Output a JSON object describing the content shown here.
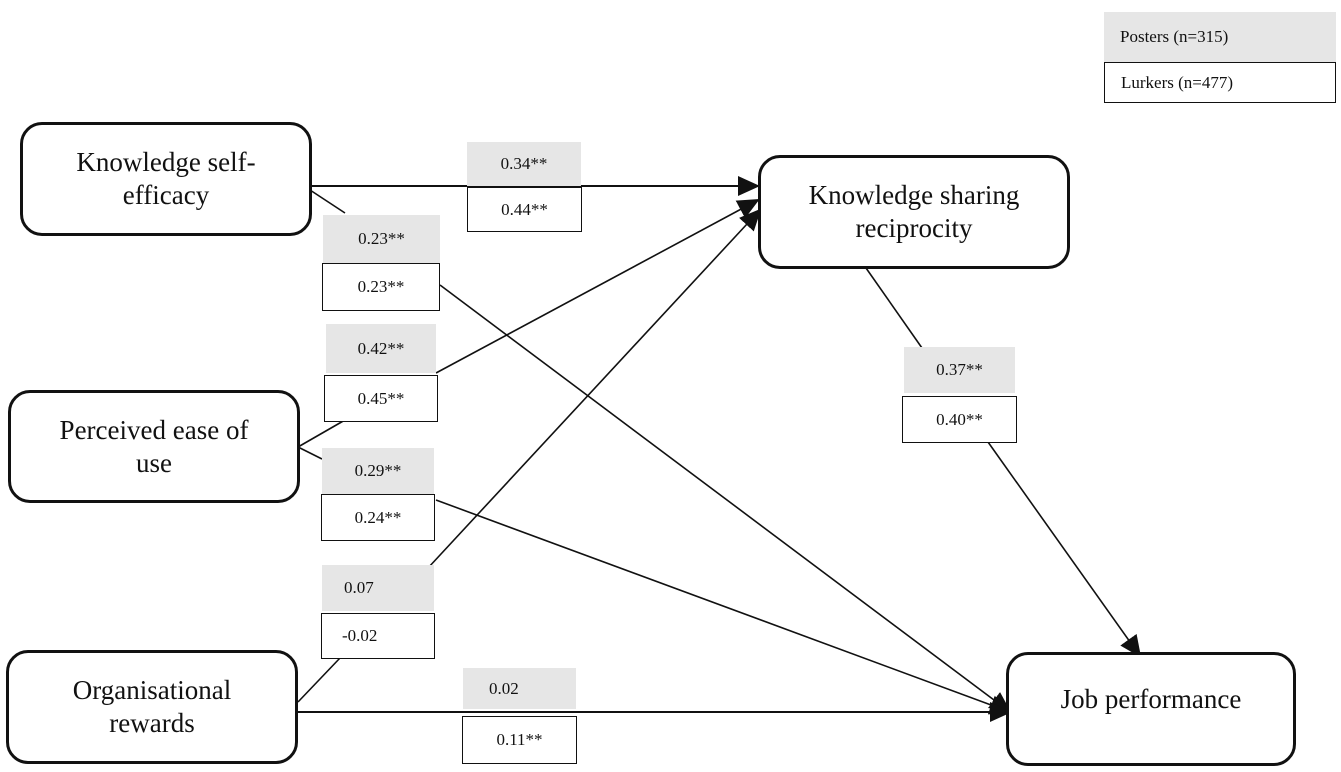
{
  "legend": {
    "posters": "Posters (n=315)",
    "lurkers": "Lurkers (n=477)",
    "posters_fill": "#e6e6e6",
    "lurkers_fill": "#ffffff"
  },
  "nodes": {
    "kse": "Knowledge self-efficacy",
    "kse_l1": "Knowledge self-",
    "kse_l2": "efficacy",
    "peou_l1": "Perceived ease of",
    "peou_l2": "use",
    "or_l1": "Organisational",
    "or_l2": "rewards",
    "ksr_l1": "Knowledge sharing",
    "ksr_l2": "reciprocity",
    "jp": "Job performance"
  },
  "paths": [
    {
      "id": "kse_ksr",
      "from": "Knowledge self-efficacy",
      "to": "Knowledge sharing reciprocity",
      "posters": "0.34**",
      "lurkers": "0.44**"
    },
    {
      "id": "kse_jp",
      "from": "Knowledge self-efficacy",
      "to": "Job performance",
      "posters": "0.23**",
      "lurkers": "0.23**"
    },
    {
      "id": "peou_ksr",
      "from": "Perceived ease of use",
      "to": "Knowledge sharing reciprocity",
      "posters": "0.42**",
      "lurkers": "0.45**"
    },
    {
      "id": "peou_jp",
      "from": "Perceived ease of use",
      "to": "Job performance",
      "posters": "0.29**",
      "lurkers": "0.24**"
    },
    {
      "id": "or_ksr",
      "from": "Organisational rewards",
      "to": "Knowledge sharing reciprocity",
      "posters": "0.07",
      "lurkers": "-0.02"
    },
    {
      "id": "or_jp",
      "from": "Organisational rewards",
      "to": "Job performance",
      "posters": "0.02",
      "lurkers": "0.11**"
    },
    {
      "id": "ksr_jp",
      "from": "Knowledge sharing reciprocity",
      "to": "Job performance",
      "posters": "0.37**",
      "lurkers": "0.40**"
    }
  ]
}
